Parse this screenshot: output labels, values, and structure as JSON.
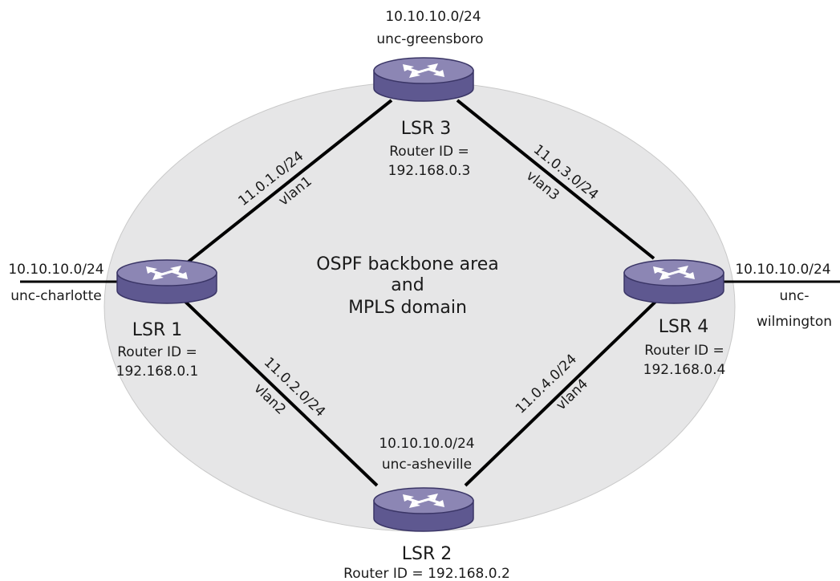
{
  "domain_label": {
    "line1": "OSPF backbone area",
    "line2": "and",
    "line3": "MPLS domain"
  },
  "routers": {
    "lsr1": {
      "name": "LSR 1",
      "id_line1": "Router ID =",
      "id_line2": "192.168.0.1",
      "network": "10.10.10.0/24",
      "site": "unc-charlotte"
    },
    "lsr2": {
      "name": "LSR 2",
      "id_line": "Router ID = 192.168.0.2",
      "network": "10.10.10.0/24",
      "site": "unc-asheville"
    },
    "lsr3": {
      "name": "LSR 3",
      "id_line1": "Router ID =",
      "id_line2": "192.168.0.3",
      "network": "10.10.10.0/24",
      "site": "unc-greensboro"
    },
    "lsr4": {
      "name": "LSR 4",
      "id_line1": "Router ID =",
      "id_line2": "192.168.0.4",
      "network": "10.10.10.0/24",
      "site_line1": "unc-",
      "site_line2": "wilmington"
    }
  },
  "links": {
    "l13": {
      "subnet": "11.0.1.0/24",
      "vlan": "vlan1"
    },
    "l12": {
      "subnet": "11.0.2.0/24",
      "vlan": "vlan2"
    },
    "l34": {
      "subnet": "11.0.3.0/24",
      "vlan": "vlan3"
    },
    "l24": {
      "subnet": "11.0.4.0/24",
      "vlan": "vlan4"
    }
  },
  "colors": {
    "area_fill": "#e6e6e7",
    "router_top": "#8c86b4",
    "router_side": "#5e5890",
    "router_edge": "#3a3566",
    "link": "#000000"
  }
}
